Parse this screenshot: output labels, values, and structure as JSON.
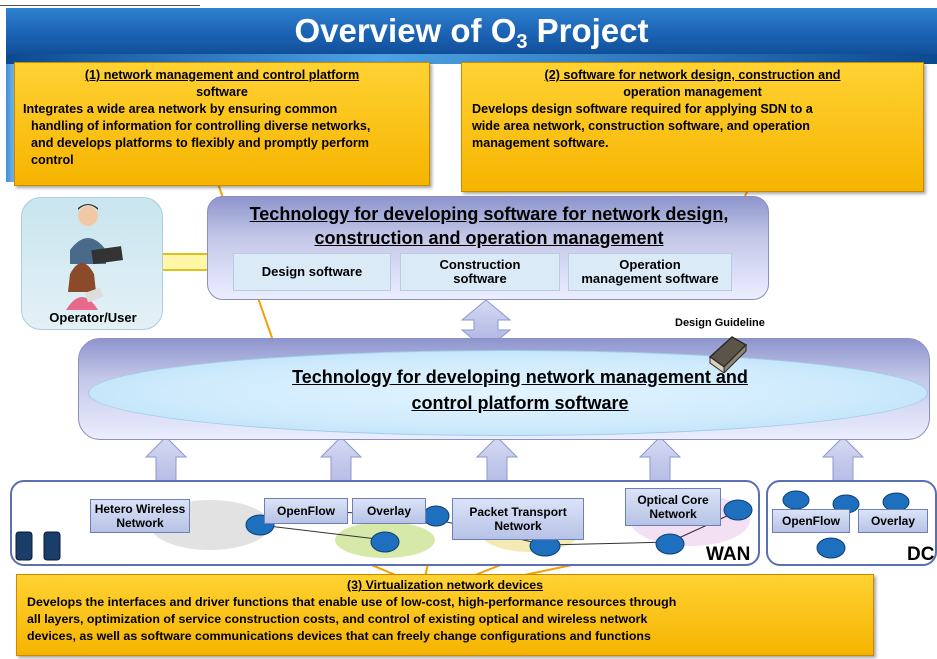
{
  "title": {
    "main": "Overview of O",
    "subscript": "3",
    "suffix": " Project"
  },
  "callout1": {
    "heading1": "(1)  network management and control platform",
    "heading2": "software",
    "body": [
      "Integrates a wide area network by ensuring common",
      "handling of information for controlling diverse networks,",
      "and develops platforms to flexibly and promptly perform",
      "control"
    ]
  },
  "callout2": {
    "heading1": "(2)  software for network design, construction and",
    "heading2": "operation management",
    "body": [
      "Develops design software required for applying SDN to a",
      "wide area network, construction software, and operation",
      "management software."
    ]
  },
  "design_panel": {
    "title_line1": "Technology for developing software for network design,",
    "title_line2": "construction and operation management",
    "boxes": [
      "Design software",
      "Construction\nsoftware",
      "Operation\nmanagement software"
    ]
  },
  "operator_label": "Operator/User",
  "design_guideline": "Design Guideline",
  "platform": {
    "line1": "Technology for developing network management and",
    "line2": "control platform software"
  },
  "wan": {
    "label": "WAN",
    "nets": [
      "Hetero Wireless\nNetwork",
      "OpenFlow",
      "Overlay",
      "Packet Transport\nNetwork",
      "Optical Core\nNetwork"
    ]
  },
  "dc": {
    "label": "DC",
    "nets": [
      "OpenFlow",
      "Overlay"
    ]
  },
  "callout3": {
    "heading": "(3)  Virtualization network devices",
    "body": [
      "Develops the interfaces and driver functions that enable use of low-cost, high-performance resources through",
      "all layers, optimization of service construction costs, and control of existing optical and wireless network",
      "devices, as well as software communications devices that can freely change configurations and functions"
    ]
  },
  "colors": {
    "title_blue": "#1b63b4",
    "callout_yellow": "#f6b400",
    "arrow_purple": "#b9bfe6",
    "connector_orange": "#f5a000",
    "router_blue": "#1f6fbf"
  }
}
